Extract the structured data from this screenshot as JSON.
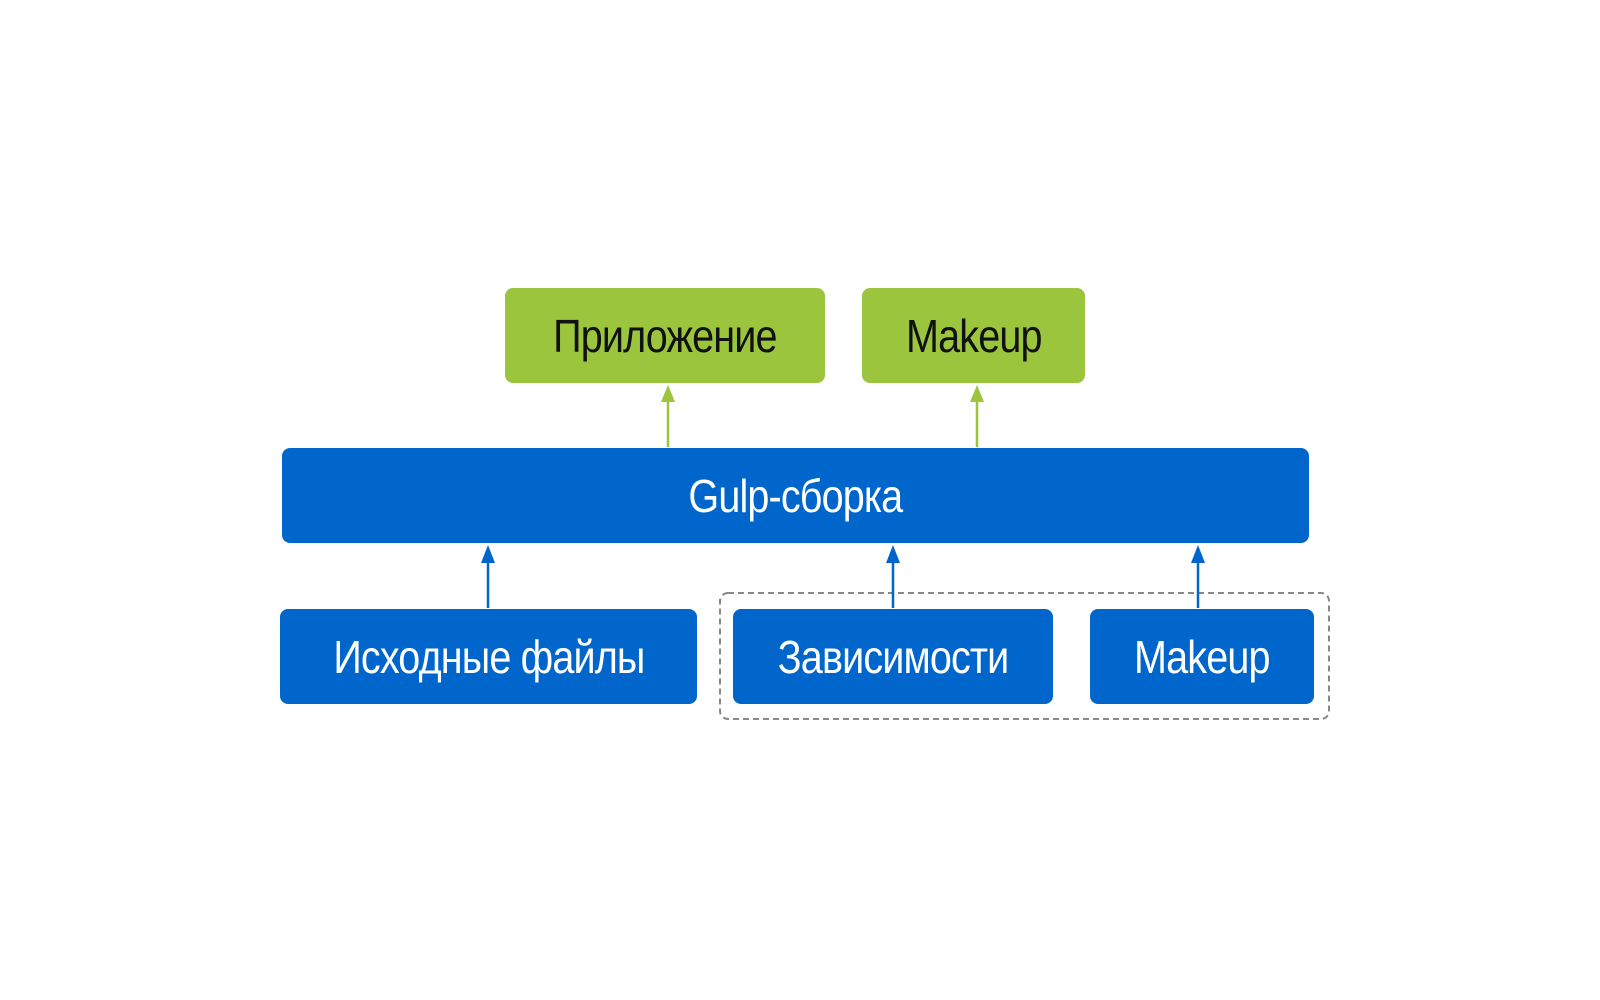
{
  "outputs": {
    "app_label": "Приложение",
    "makeup_label": "Makeup"
  },
  "build": {
    "label": "Gulp-сборка"
  },
  "inputs": {
    "sources_label": "Исходные файлы",
    "dependencies_label": "Зависимости",
    "makeup_label": "Makeup"
  },
  "colors": {
    "output_fill": "#9bc53d",
    "build_fill": "#0066cc",
    "input_fill": "#0066cc",
    "green_arrow": "#9bc53d",
    "blue_arrow": "#0066cc",
    "group_border": "#888888"
  }
}
